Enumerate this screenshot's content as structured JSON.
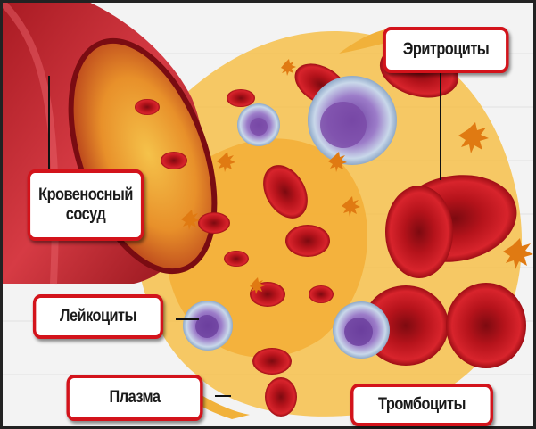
{
  "labels": {
    "erythrocytes": "Эритроциты",
    "vessel": "Кровеносный\nсосуд",
    "leukocytes": "Лейкоциты",
    "plasma": "Плазма",
    "platelets": "Тромбоциты"
  },
  "colors": {
    "label_border": "#d3131b",
    "vessel": "#c0232c",
    "erythrocyte": "#c8141e",
    "plasma": "#f2b431",
    "leukocyte": "#8f6bb8",
    "platelet": "#e07a12"
  },
  "icons": {
    "vessel": "blood-vessel-icon",
    "erythrocyte": "red-blood-cell-icon",
    "leukocyte": "white-blood-cell-icon",
    "platelet": "platelet-icon"
  }
}
